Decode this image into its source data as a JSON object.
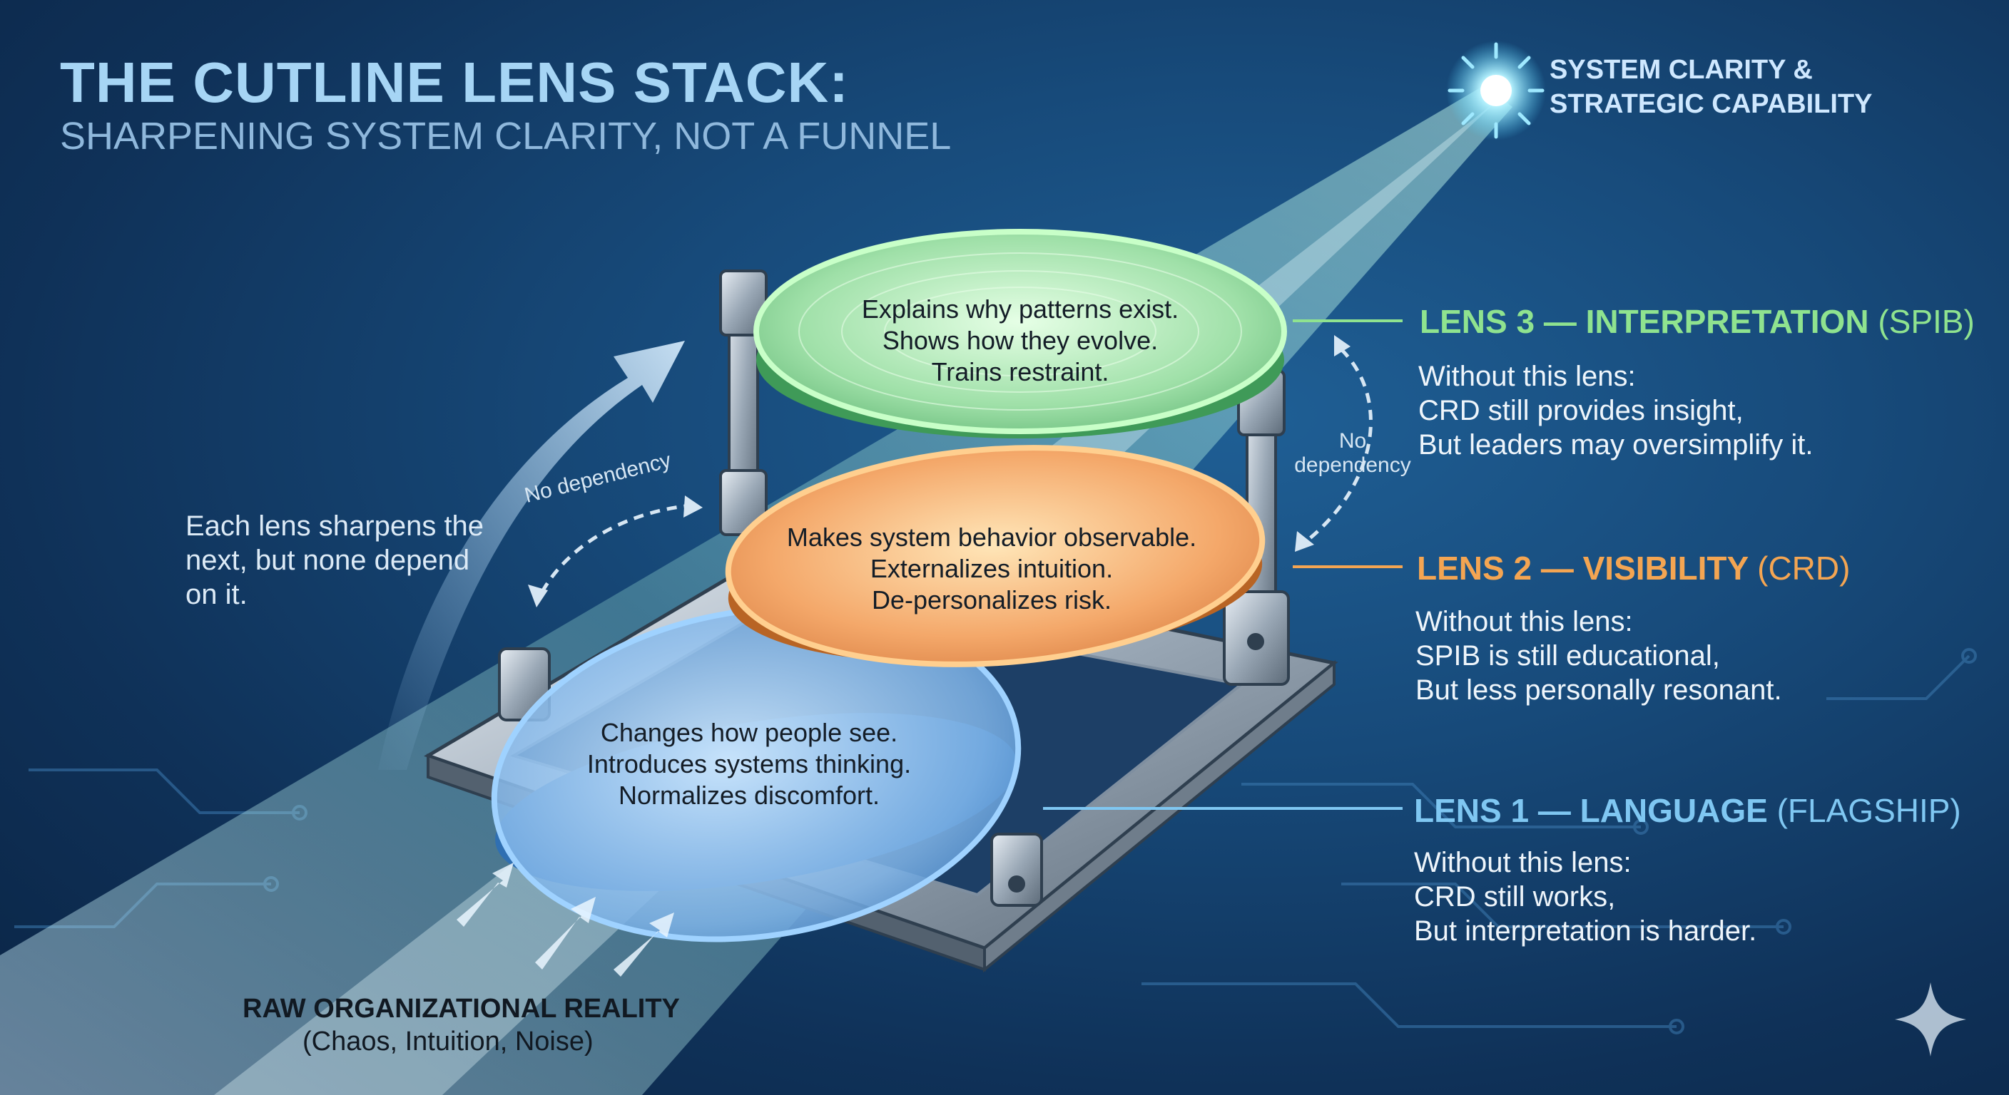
{
  "header": {
    "title": "THE CUTLINE LENS STACK:",
    "subtitle": "SHARPENING SYSTEM CLARITY, NOT A FUNNEL"
  },
  "output": {
    "line1": "SYSTEM CLARITY &",
    "line2": "STRATEGIC CAPABILITY"
  },
  "lenses": [
    {
      "name": "LENS 3 — INTERPRETATION",
      "tag": "(SPIB)",
      "color": "#8fe38f",
      "center": [
        "Explains why patterns exist.",
        "Shows how they evolve.",
        "Trains restraint."
      ],
      "without_heading": "Without this lens:",
      "without_1": "CRD still provides insight,",
      "without_2": "But leaders may oversimplify it."
    },
    {
      "name": "LENS 2 — VISIBILITY",
      "tag": "(CRD)",
      "color": "#f4a552",
      "center": [
        "Makes system behavior observable.",
        "Externalizes intuition.",
        "De-personalizes risk."
      ],
      "without_heading": "Without this lens:",
      "without_1": "SPIB is still educational,",
      "without_2": "But less personally resonant."
    },
    {
      "name": "LENS 1 — LANGUAGE",
      "tag": "(FLAGSHIP)",
      "color": "#7fc7f2",
      "center": [
        "Changes how people see.",
        "Introduces systems thinking.",
        "Normalizes discomfort."
      ],
      "without_heading": "Without this lens:",
      "without_1": "CRD still works,",
      "without_2": "But interpretation is harder."
    }
  ],
  "side_note": "Each lens sharpens the next, but none depend on it.",
  "no_dependency_left": "No dependency",
  "no_dependency_right_1": "No",
  "no_dependency_right_2": "dependency",
  "input": {
    "label": "RAW ORGANIZATIONAL REALITY",
    "sub": "(Chaos, Intuition, Noise)"
  },
  "icons": [
    "sun-burst-icon",
    "upward-arrow-icon",
    "sparkle-icon"
  ]
}
